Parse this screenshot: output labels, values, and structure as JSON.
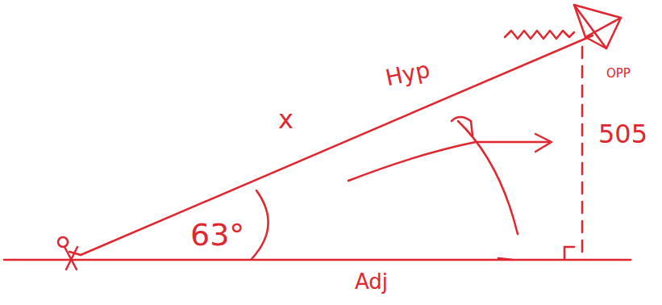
{
  "diagram": {
    "labels": [
      "Hyp",
      "x",
      "63°",
      "OPP",
      "505",
      "Adj"
    ]
  }
}
